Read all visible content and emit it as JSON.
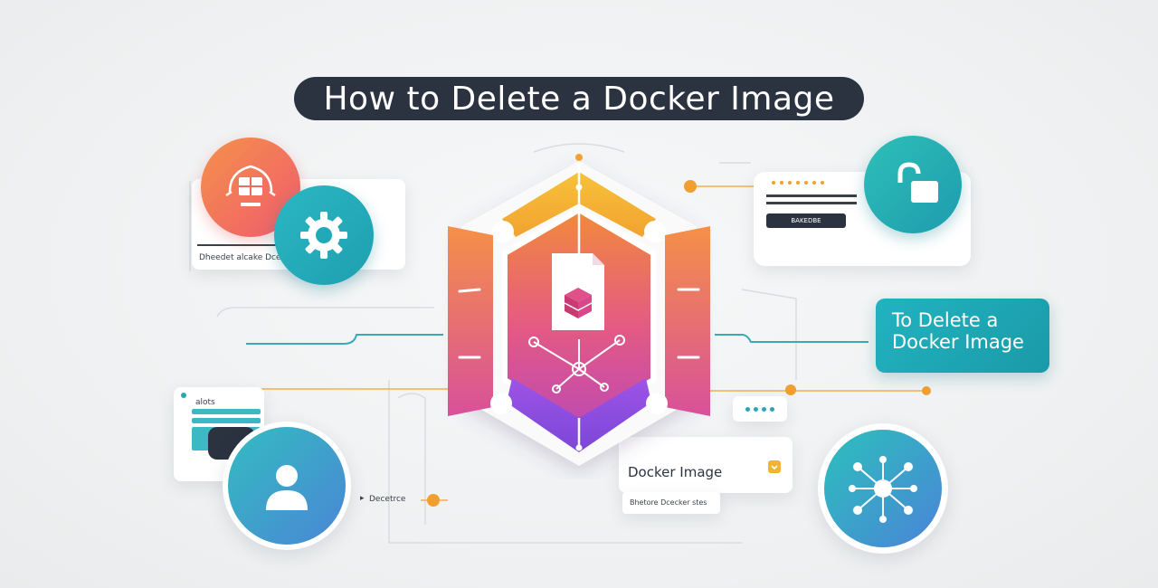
{
  "title": "How to Delete a Docker Image",
  "labels": {
    "top_left_caption": "Dheedet alcake Dcer",
    "right_card_button": "BAKEDBE",
    "teal_card_line1": "To  Delete a",
    "teal_card_line2": "Docker Image",
    "left_card_caption": "alots",
    "bottom_caption": "Decetrce",
    "docker_image_card": "Docker Image",
    "docker_image_sub": "Bhetore Dcecker stes"
  },
  "icons": [
    "container-box-icon",
    "gear-icon",
    "unlock-icon",
    "user-icon",
    "network-icon",
    "document-cube-icon"
  ],
  "colors": {
    "title_bg": "#2b3240",
    "teal": "#1fa9b6",
    "orange": "#f08a3c",
    "purple": "#8b4fe0",
    "pink": "#e0508a",
    "yellow": "#f2c02e"
  }
}
